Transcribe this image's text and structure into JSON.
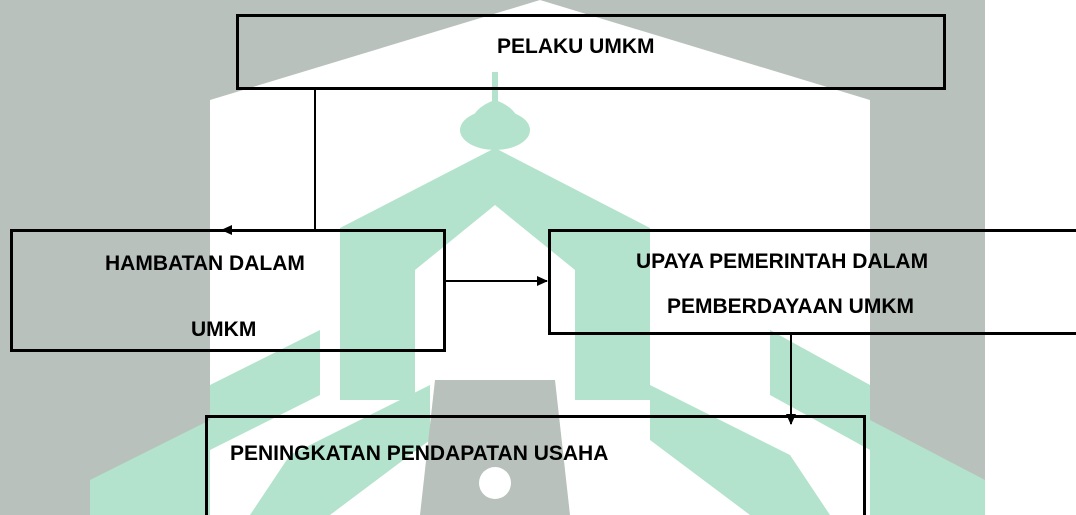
{
  "watermark": {
    "description_icon": "mosque-logo-watermark",
    "colors": {
      "gray": "#b8c1bc",
      "green": "#b3e3cc",
      "light_green": "#c9ecdb"
    }
  },
  "nodes": {
    "pelaku": {
      "line1": "PELAKU UMKM"
    },
    "hambatan": {
      "line1": "HAMBATAN DALAM",
      "line2": "UMKM"
    },
    "upaya": {
      "line1": "UPAYA PEMERINTAH DALAM",
      "line2": "PEMBERDAYAAN UMKM"
    },
    "peningkatan": {
      "line1": "PENINGKATAN PENDAPATAN USAHA"
    }
  },
  "edges": [
    {
      "from": "pelaku",
      "to": "hambatan"
    },
    {
      "from": "hambatan",
      "to": "upaya"
    },
    {
      "from": "upaya",
      "to": "peningkatan"
    }
  ],
  "colors": {
    "stroke": "#000000",
    "text": "#000000",
    "background": "#ffffff"
  }
}
